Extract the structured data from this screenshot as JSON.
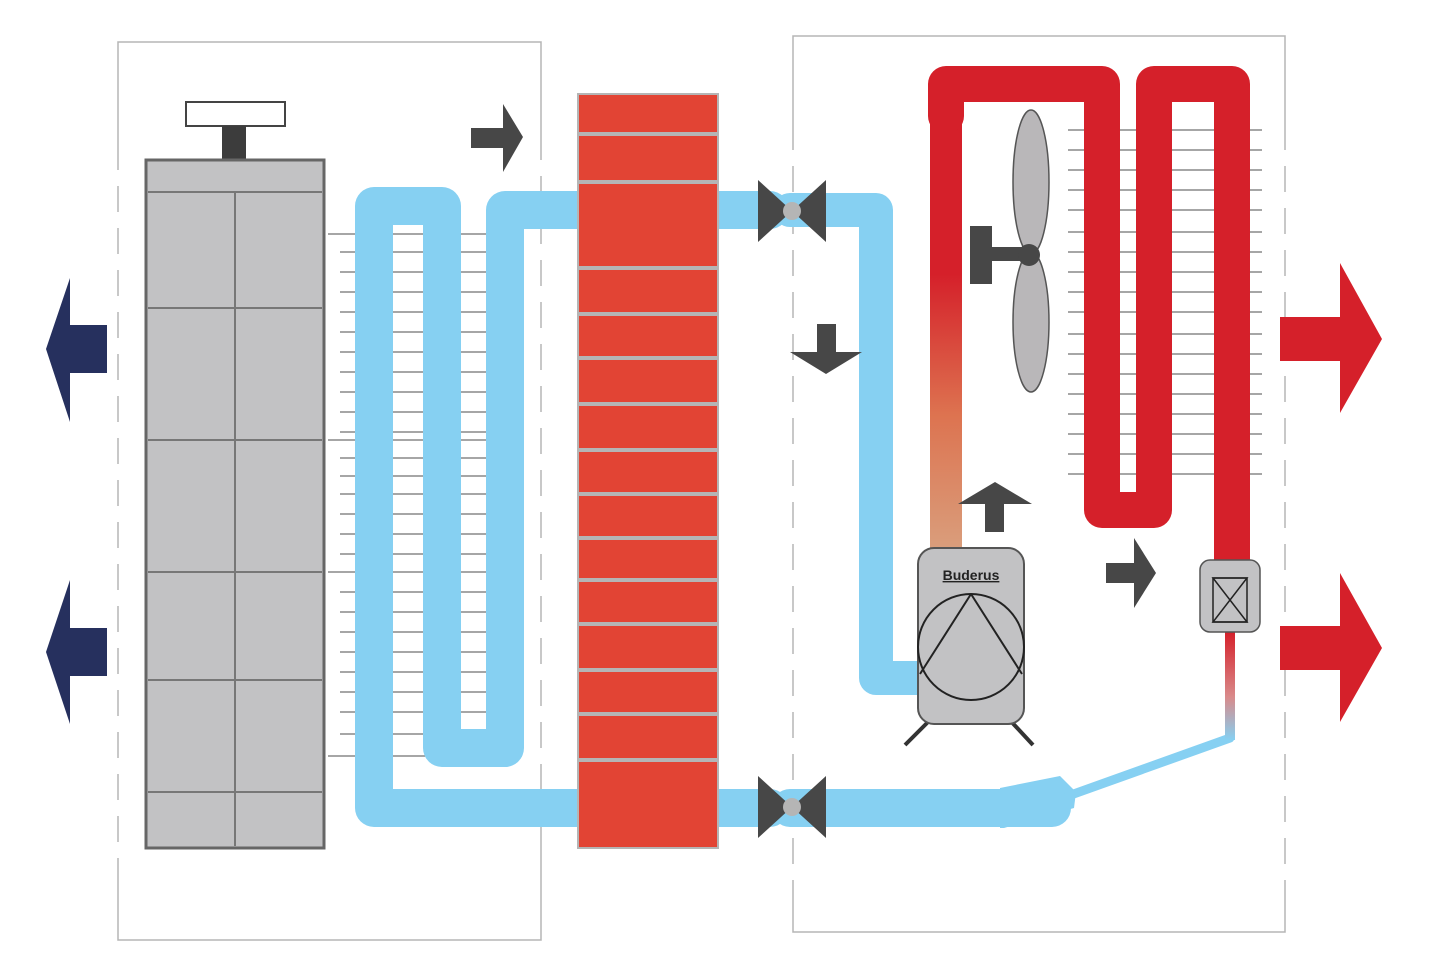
{
  "diagram": {
    "compressor": {
      "brand_label": "Buderus"
    },
    "colors": {
      "cold_refrigerant": "#86d0f2",
      "hot_refrigerant": "#d5202a",
      "warm_refrigerant": "#d99a7d",
      "wall": "#e24434",
      "wall_joint": "#b5b5b5",
      "storage_tank": "#c2c2c4",
      "outline_gray": "#666666",
      "flow_arrow": "#474747",
      "heat_out_arrow": "#d5202a",
      "cold_out_arrow": "#26305e",
      "valve": "#474747"
    },
    "components": [
      "indoor-unit-box",
      "storage-tank",
      "indoor-evaporator-coil",
      "brick-wall",
      "service-valve-top",
      "service-valve-bottom",
      "outdoor-unit-box",
      "condenser-coil",
      "condenser-fan",
      "compressor",
      "expansion-valve"
    ]
  }
}
